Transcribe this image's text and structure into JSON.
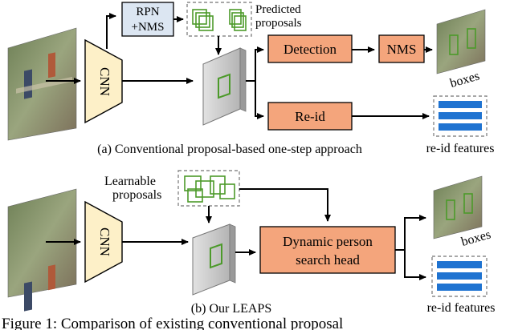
{
  "colors": {
    "cnn_fill": "#fdf0c8",
    "box_fill": "#f4a57c",
    "rpn_fill": "#dce6f2",
    "proposal_green": "#4c9a2a",
    "reid_blue": "#1f73d1",
    "feature_gray": "#c8c8c8",
    "dash_gray": "#8a8a8a",
    "text": "#000000"
  },
  "top": {
    "cnn_label": "CNN",
    "rpn_line1": "RPN",
    "rpn_line2": "+NMS",
    "proposals_line1": "Predicted",
    "proposals_line2": "proposals",
    "detection_label": "Detection",
    "nms_label": "NMS",
    "reid_label": "Re-id",
    "boxes_label": "boxes",
    "features_label": "re-id features",
    "caption": "(a) Conventional proposal-based one-step approach"
  },
  "bottom": {
    "cnn_label": "CNN",
    "learnable_line1": "Learnable",
    "learnable_line2": "proposals",
    "head_line1": "Dynamic person",
    "head_line2": "search head",
    "boxes_label": "boxes",
    "features_label": "re-id features",
    "caption": "(b) Our LEAPS"
  },
  "figure_caption": "Figure 1: Comparison of existing conventional proposal"
}
